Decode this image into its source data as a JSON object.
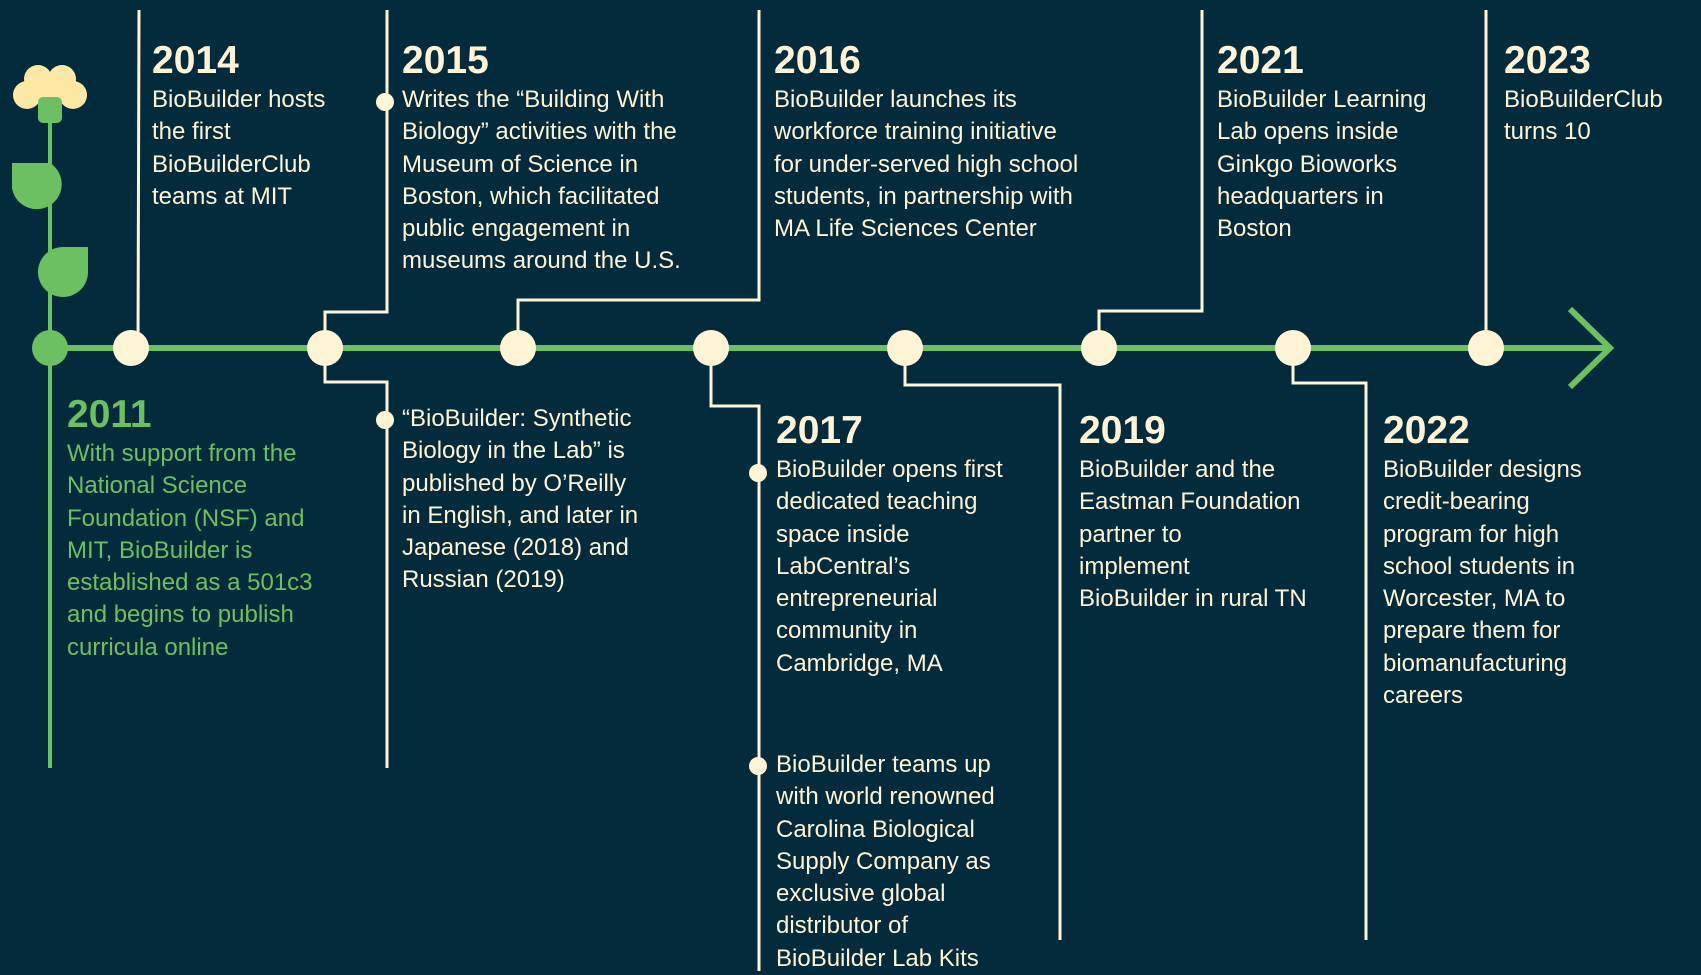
{
  "colors": {
    "background": "#032b3c",
    "cream": "#fff5d6",
    "green": "#6cc062",
    "flower": "#fde8a6"
  },
  "icons": {
    "flower": "flower-icon",
    "leaf": "leaf-icon",
    "arrow": "arrowhead-icon"
  },
  "events": [
    {
      "year": "2011",
      "text": "With support from the\nNational Science\nFoundation (NSF) and\nMIT, BioBuilder is\nestablished as a 501c3\nand begins to publish\ncurricula online"
    },
    {
      "year": "2014",
      "text": "BioBuilder hosts\nthe first\nBioBuilderClub\nteams at MIT"
    },
    {
      "year": "2015",
      "text": "Writes the “Building With\nBiology” activities with the\nMuseum of Science in\nBoston, which facilitated\npublic engagement in\nmuseums around the U.S.",
      "note": "“BioBuilder: Synthetic\nBiology in the Lab” is\npublished by O’Reilly\nin English, and later in\nJapanese (2018) and\nRussian (2019)"
    },
    {
      "year": "2016",
      "text": "BioBuilder launches its\nworkforce training initiative\nfor under-served high school\nstudents, in partnership with\nMA Life Sciences Center"
    },
    {
      "year": "2017",
      "text": "BioBuilder opens first\ndedicated teaching\nspace inside\nLabCentral’s\nentrepreneurial\ncommunity in\nCambridge, MA",
      "note": "BioBuilder teams up\nwith world renowned\nCarolina Biological\nSupply Company as\nexclusive global\ndistributor of\nBioBuilder Lab Kits"
    },
    {
      "year": "2019",
      "text": "BioBuilder and the\nEastman Foundation\npartner to\nimplement\nBioBuilder in rural TN"
    },
    {
      "year": "2021",
      "text": "BioBuilder Learning\nLab opens inside\nGinkgo Bioworks\nheadquarters in\nBoston"
    },
    {
      "year": "2022",
      "text": "BioBuilder designs\ncredit-bearing\nprogram for high\nschool students in\nWorcester, MA to\nprepare them for\nbiomanufacturing\ncareers"
    },
    {
      "year": "2023",
      "text": "BioBuilderClub\nturns 10"
    }
  ]
}
